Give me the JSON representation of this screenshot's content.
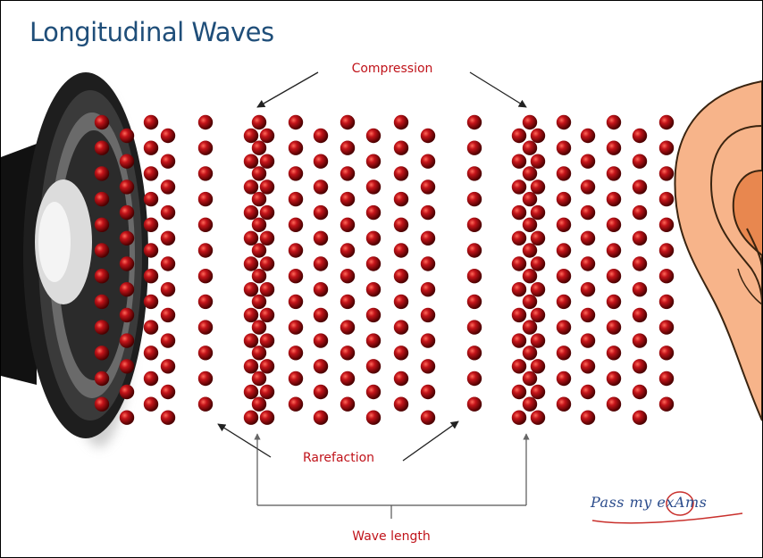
{
  "title": "Longitudinal Waves",
  "labels": {
    "compression": "Compression",
    "rarefaction": "Rarefaction",
    "wavelength": "Wave length"
  },
  "watermark": "Pass my exAms",
  "colors": {
    "title": "#1f4e79",
    "label": "#c0131a",
    "particle": "#9b0d0d",
    "ear_skin": "#f7b48a",
    "speaker": "#2a2a2a"
  },
  "icons": {
    "speaker": "speaker-icon",
    "ear": "ear-icon"
  }
}
